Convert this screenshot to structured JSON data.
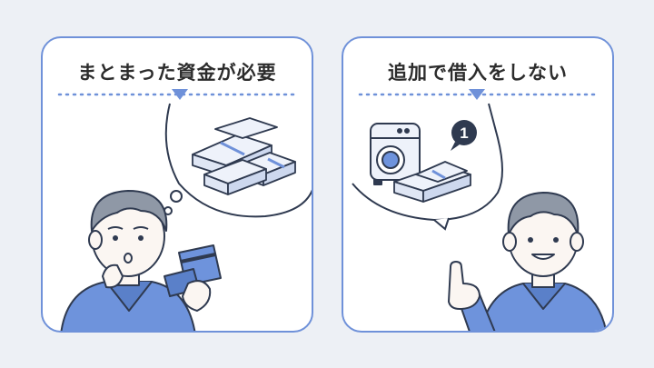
{
  "panels": {
    "left": {
      "title": "まとまった資金が必要"
    },
    "right": {
      "title": "追加で借入をしない",
      "badge": "1"
    }
  },
  "colors": {
    "border": "#6f91d9",
    "background": "#edf0f5",
    "shirt": "#6e93dc",
    "hair": "#8f98a6",
    "skin": "#fbf6f2",
    "outline": "#2f3a50"
  },
  "icons": [
    "money-stack-icon",
    "credit-card-icon",
    "washing-machine-icon",
    "number-badge-icon",
    "pointing-finger-icon"
  ]
}
